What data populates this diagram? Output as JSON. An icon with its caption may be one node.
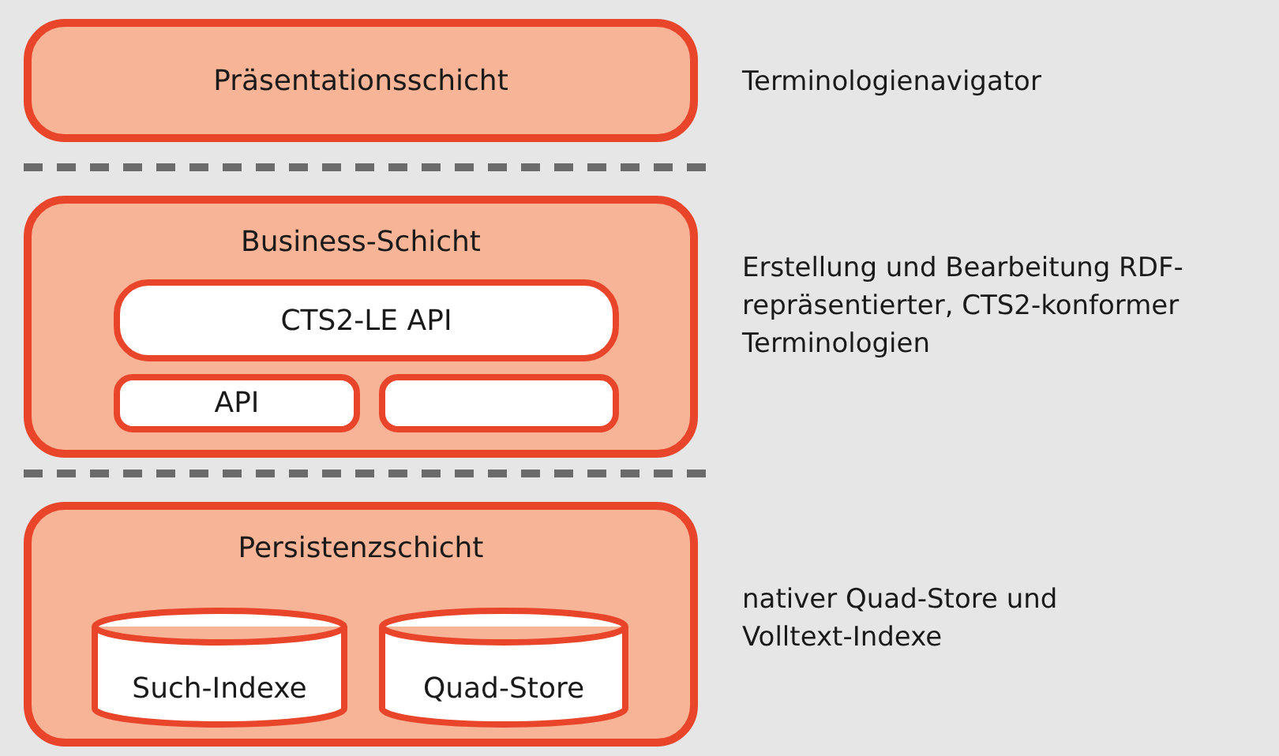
{
  "diagram": {
    "nodes": [
      {
        "text": [
          "Präsentationsschicht"
        ],
        "beside": [
          "Terminologienavigator"
        ]
      },
      {
        "text": [
          "Business-Schicht"
        ],
        "beside": [
          "Erstellung und Bearbeitung RDF-repräsentierter, CTS2-konformer Terminologien"
        ]
      },
      {
        "text": [
          "CTS2-LE API"
        ],
        "in": 1
      },
      {
        "text": [
          "API"
        ],
        "in": 1
      },
      {
        "text": [],
        "shape": "box",
        "in": 1
      },
      {
        "text": [
          "Persistenzschicht"
        ],
        "beside": [
          "nativer Quad-Store und Volltext-Indexe"
        ]
      },
      {
        "text": [
          "Such-Indexe"
        ],
        "in": 5
      },
      {
        "text": [
          "Quad-Store"
        ],
        "in": 5
      }
    ]
  }
}
